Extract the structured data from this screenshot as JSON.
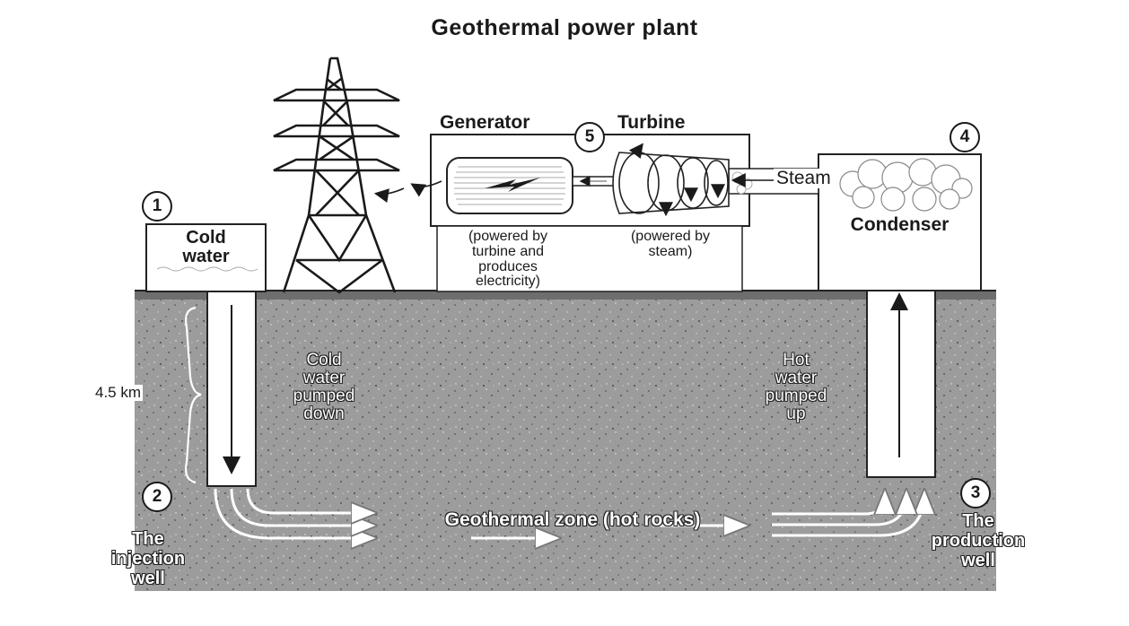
{
  "title": "Geothermal power plant",
  "labels": {
    "generator": "Generator",
    "turbine": "Turbine",
    "steam": "Steam",
    "condenser": "Condenser",
    "cold_water_1": "Cold",
    "cold_water_2": "water",
    "gen_note": [
      "(powered by",
      "turbine and",
      "produces",
      "electricity)"
    ],
    "turb_note": [
      "(powered by",
      "steam)"
    ],
    "depth": "4.5 km",
    "cold_pumped": [
      "Cold",
      "water",
      "pumped",
      "down"
    ],
    "hot_pumped": [
      "Hot",
      "water",
      "pumped",
      "up"
    ],
    "zone": "Geothermal zone (hot rocks)",
    "injection": [
      "The",
      "injection",
      "well"
    ],
    "production": [
      "The",
      "production",
      "well"
    ]
  },
  "steps": [
    "1",
    "2",
    "3",
    "4",
    "5"
  ],
  "colors": {
    "ink": "#1a1a1a",
    "ground": "#9a9a9a",
    "paper": "#ffffff"
  },
  "icons": [
    "pylon-icon",
    "generator-icon",
    "turbine-icon",
    "steam-cloud-icon",
    "lightning-icon"
  ]
}
